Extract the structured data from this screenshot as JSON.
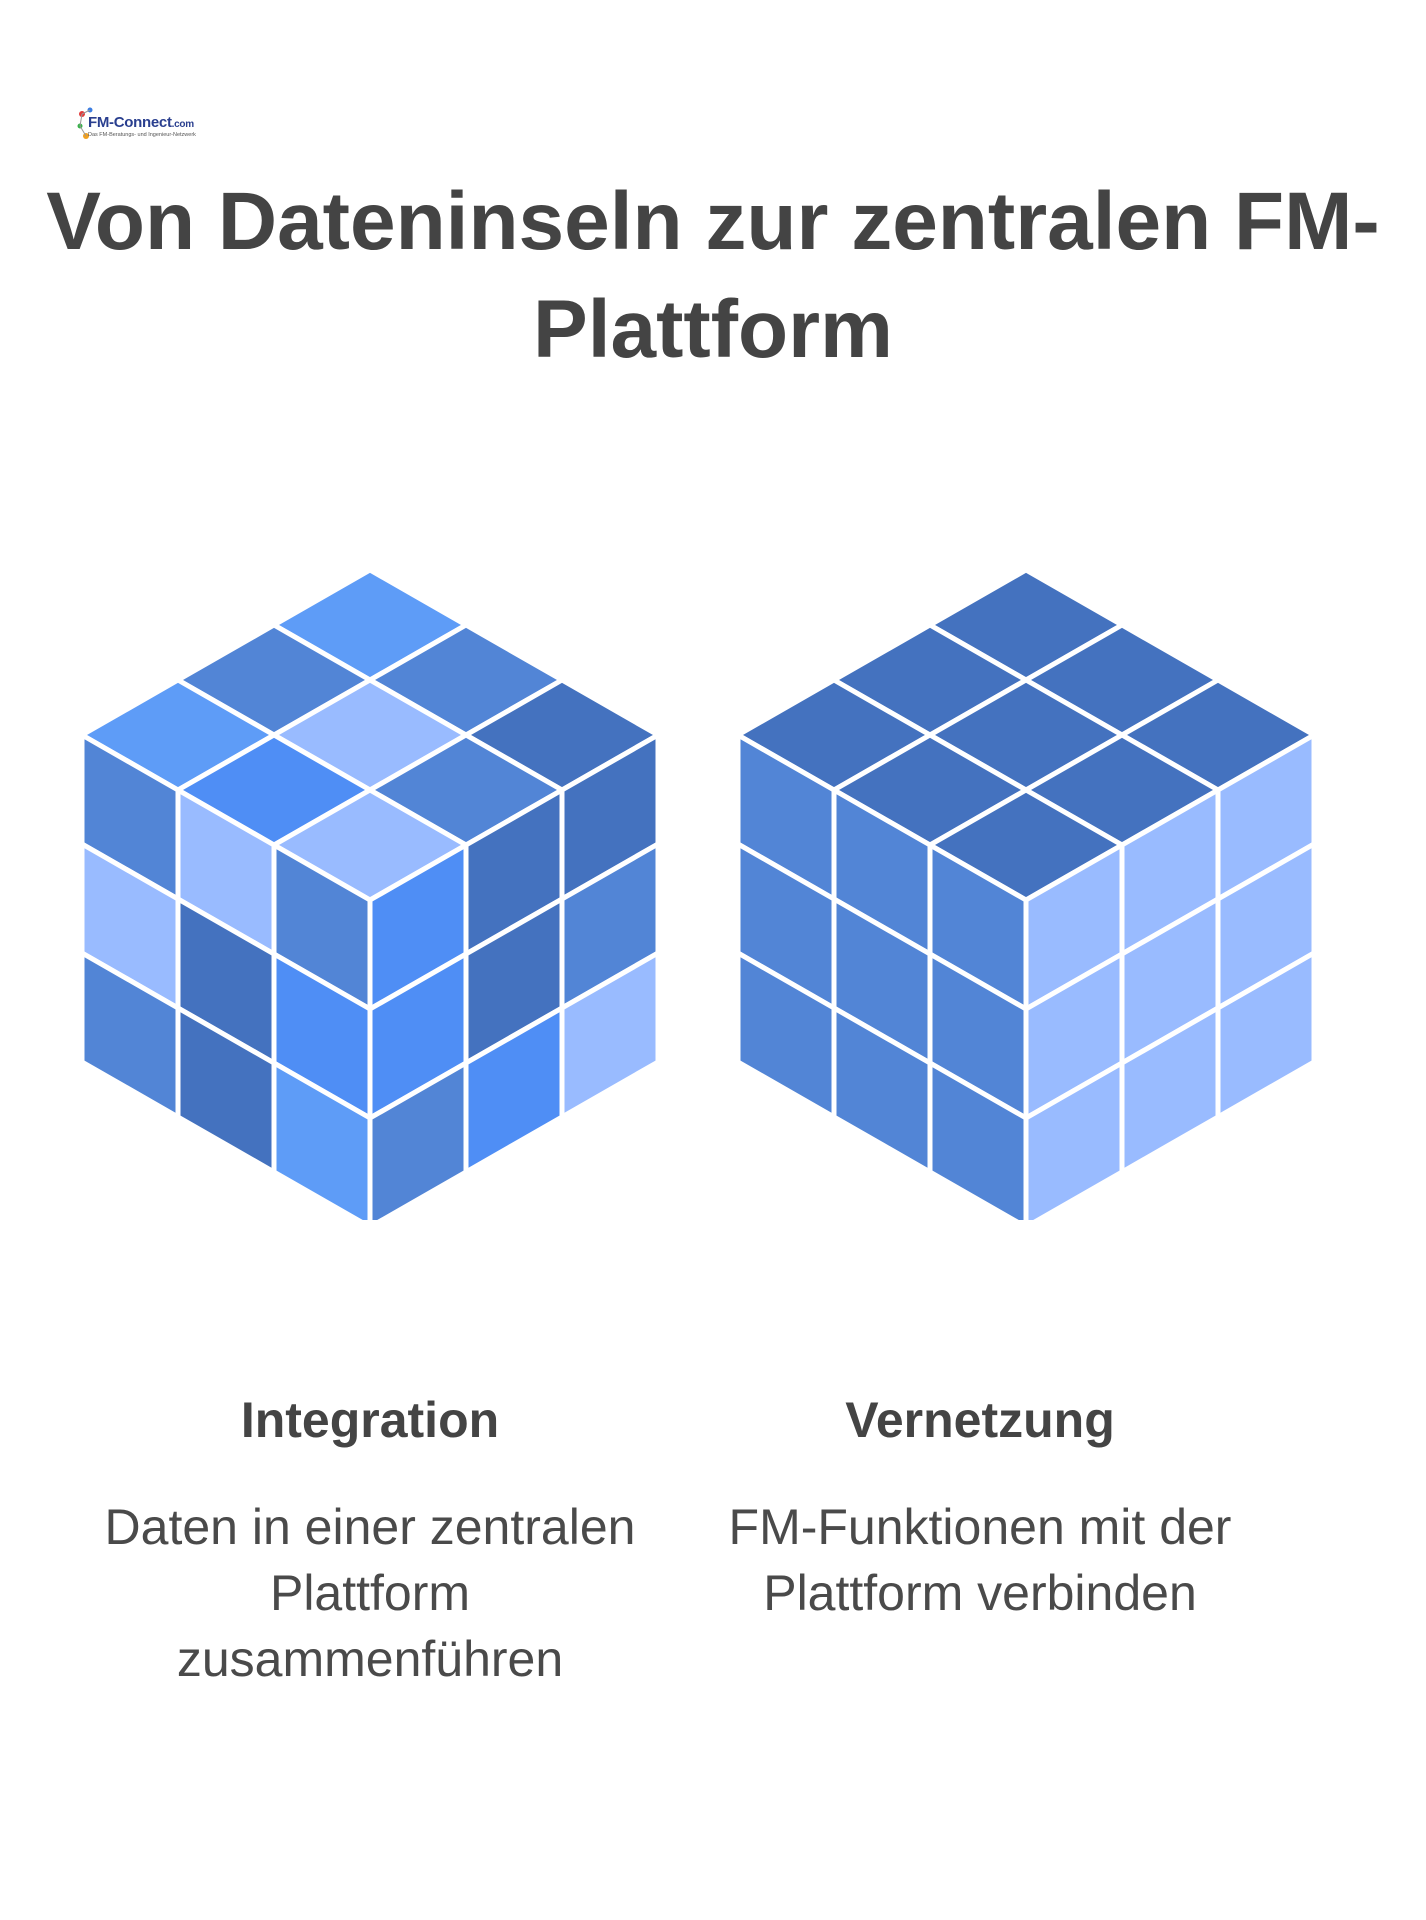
{
  "logo": {
    "name": "FM-Connect",
    "suffix": ".com",
    "tagline": "Das FM-Beratungs- und Ingenieur-Netzwerk"
  },
  "title": "Von Dateninseln zur zentralen FM-Plattform",
  "colors": {
    "light": "#99bbff",
    "medium": "#5e9cf7",
    "bright": "#4f8ef5",
    "mid": "#5285d6",
    "dark": "#4472bf",
    "stroke": "#ffffff"
  },
  "cubes": [
    {
      "id": "integration",
      "heading": "Integration",
      "description": "Daten in einer zentralen Plattform zusammenführen",
      "top": [
        [
          "medium",
          "mid",
          "dark"
        ],
        [
          "mid",
          "light",
          "mid"
        ],
        [
          "medium",
          "bright",
          "light"
        ]
      ],
      "left": [
        [
          "mid",
          "light",
          "mid"
        ],
        [
          "light",
          "dark",
          "bright"
        ],
        [
          "mid",
          "dark",
          "medium"
        ]
      ],
      "right": [
        [
          "bright",
          "dark",
          "dark"
        ],
        [
          "bright",
          "dark",
          "mid"
        ],
        [
          "mid",
          "bright",
          "light"
        ]
      ]
    },
    {
      "id": "vernetzung",
      "heading": "Vernetzung",
      "description": "FM-Funktionen mit der Plattform verbinden",
      "top": [
        [
          "dark",
          "dark",
          "dark"
        ],
        [
          "dark",
          "dark",
          "dark"
        ],
        [
          "dark",
          "dark",
          "dark"
        ]
      ],
      "left": [
        [
          "mid",
          "mid",
          "mid"
        ],
        [
          "mid",
          "mid",
          "mid"
        ],
        [
          "mid",
          "mid",
          "mid"
        ]
      ],
      "right": [
        [
          "light",
          "light",
          "light"
        ],
        [
          "light",
          "light",
          "light"
        ],
        [
          "light",
          "light",
          "light"
        ]
      ]
    }
  ]
}
